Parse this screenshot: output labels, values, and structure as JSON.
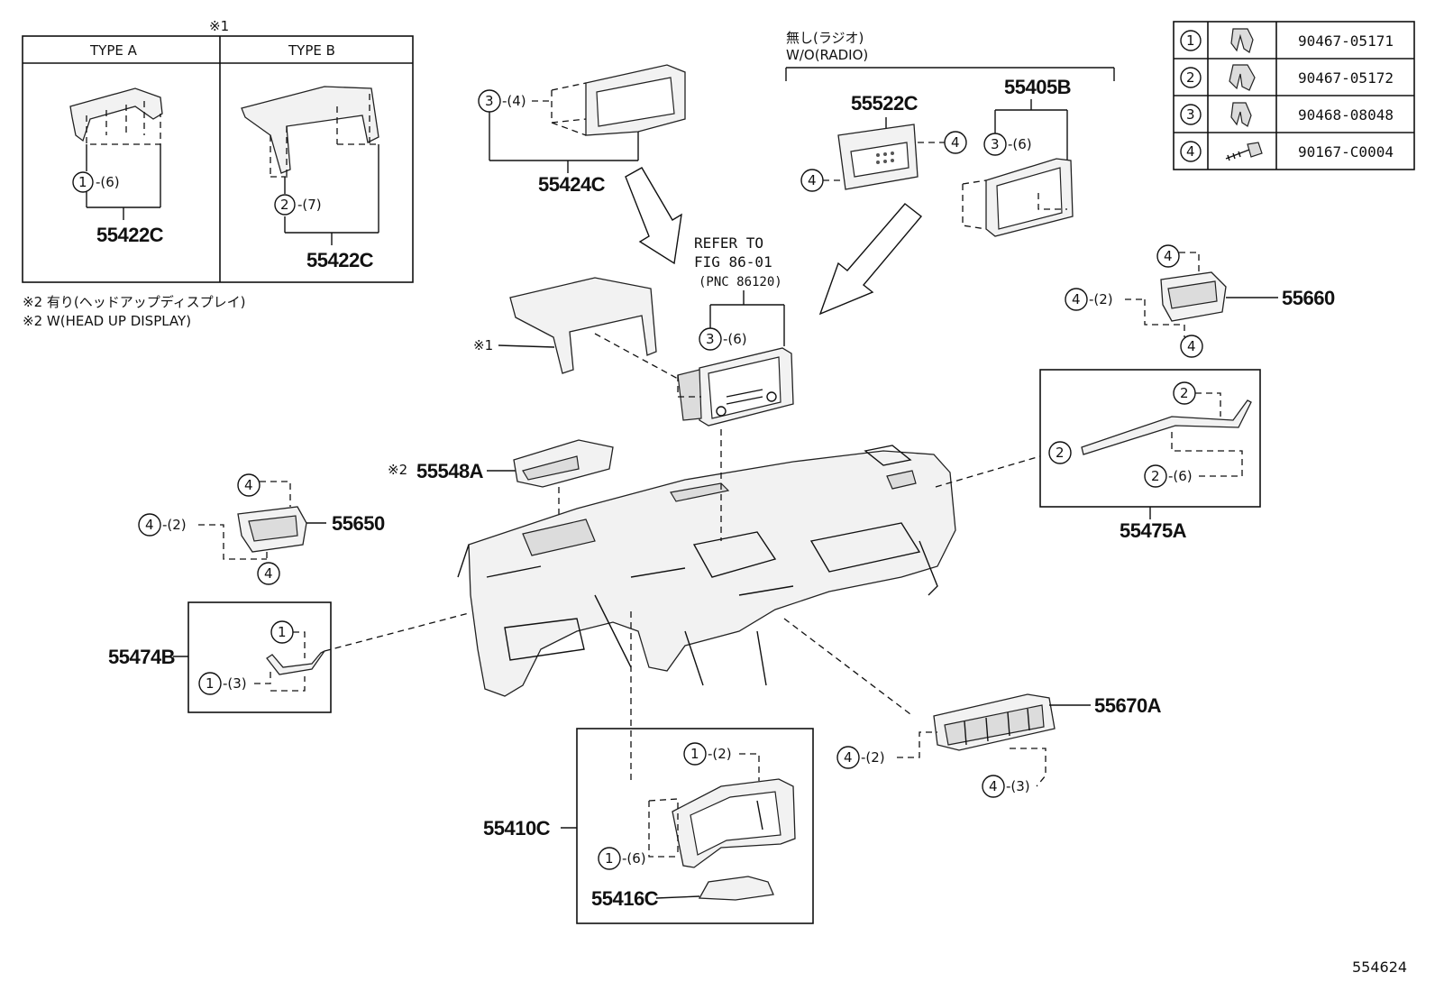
{
  "diagram": {
    "note_mark": "※1",
    "type_a": "TYPE A",
    "type_b": "TYPE B",
    "note2_jp": "※2 有り(ヘッドアップディスプレイ)",
    "note2_en": "※2 W(HEAD UP DISPLAY)",
    "radio_jp": "無し(ラジオ)",
    "radio_en": "W/O(RADIO)",
    "refer_line1": "REFER TO",
    "refer_line2": "FIG 86-01",
    "refer_line3": "(PNC 86120)",
    "mark1": "※1",
    "mark2": "※2",
    "figure_id": "554624"
  },
  "legend": [
    {
      "num": "1",
      "part": "90467-05171"
    },
    {
      "num": "2",
      "part": "90467-05172"
    },
    {
      "num": "3",
      "part": "90468-08048"
    },
    {
      "num": "4",
      "part": "90167-C0004"
    }
  ],
  "parts": {
    "p55422c_a": "55422C",
    "p55422c_b": "55422C",
    "p55424c": "55424C",
    "p55522c": "55522C",
    "p55405b": "55405B",
    "p55660": "55660",
    "p55548a": "55548A",
    "p55650": "55650",
    "p55475a": "55475A",
    "p55474b": "55474B",
    "p55670a": "55670A",
    "p55410c": "55410C",
    "p55416c": "55416C"
  },
  "qty": {
    "q6": "-(6)",
    "q7": "-(7)",
    "q4": "-(4)",
    "q2": "-(2)",
    "q3": "-(3)"
  }
}
